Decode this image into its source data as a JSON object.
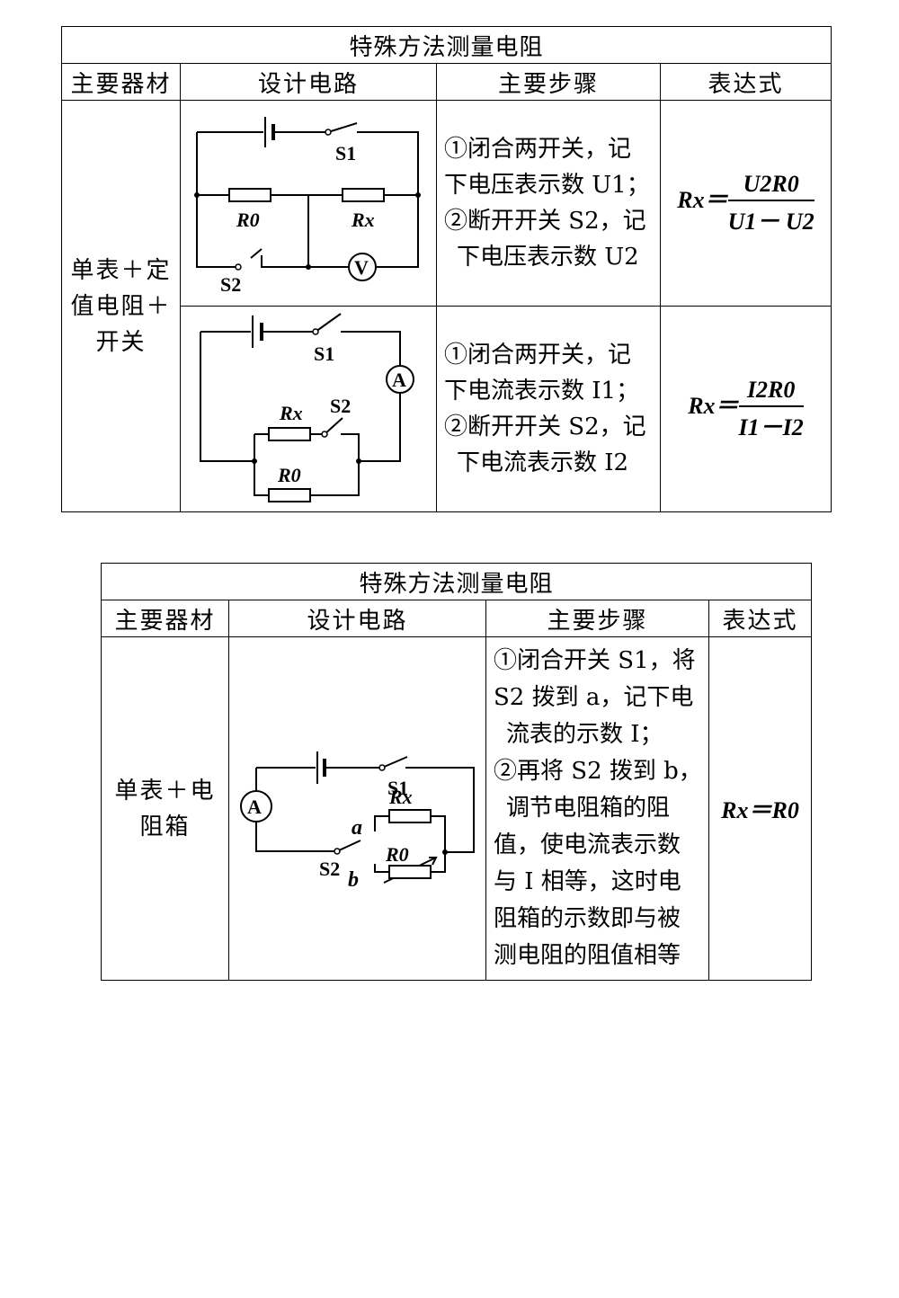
{
  "table1": {
    "title": "特殊方法测量电阻",
    "headers": [
      "主要器材",
      "设计电路",
      "主要步骤",
      "表达式"
    ],
    "material": [
      "单表＋定",
      "值电阻＋",
      "开关"
    ],
    "row1": {
      "steps": [
        "①闭合两开关，记",
        "下电压表示数 U1；",
        "②断开开关 S2，记",
        "下电压表示数 U2"
      ],
      "expr_lhs": "Rx＝",
      "expr_num": "U2R0",
      "expr_den": "U1－ U2",
      "circuit_labels": {
        "s1": "S1",
        "s2": "S2",
        "r0": "R0",
        "rx": "Rx",
        "meter": "V"
      }
    },
    "row2": {
      "steps": [
        "①闭合两开关，记",
        "下电流表示数 I1；",
        "②断开开关 S2，记",
        "下电流表示数 I2"
      ],
      "expr_lhs": "Rx＝",
      "expr_num": "I2R0",
      "expr_den": "I1－I2",
      "circuit_labels": {
        "s1": "S1",
        "s2": "S2",
        "r0": "R0",
        "rx": "Rx",
        "meter": "A"
      }
    }
  },
  "table2": {
    "title": "特殊方法测量电阻",
    "headers": [
      "主要器材",
      "设计电路",
      "主要步骤",
      "表达式"
    ],
    "material": [
      "单表＋电",
      "阻箱"
    ],
    "steps": [
      "①闭合开关 S1，将",
      "S2 拨到 a，记下电",
      "流表的示数 I；",
      "②再将 S2 拨到 b，",
      "调节电阻箱的阻",
      "值，使电流表示数",
      "与 I 相等，这时电",
      "阻箱的示数即与被",
      "测电阻的阻值相等"
    ],
    "expr": "Rx＝R0",
    "circuit_labels": {
      "s1": "S1",
      "s2": "S2",
      "r0": "R0",
      "rx": "Rx",
      "a": "a",
      "b": "b",
      "meter": "A"
    }
  }
}
